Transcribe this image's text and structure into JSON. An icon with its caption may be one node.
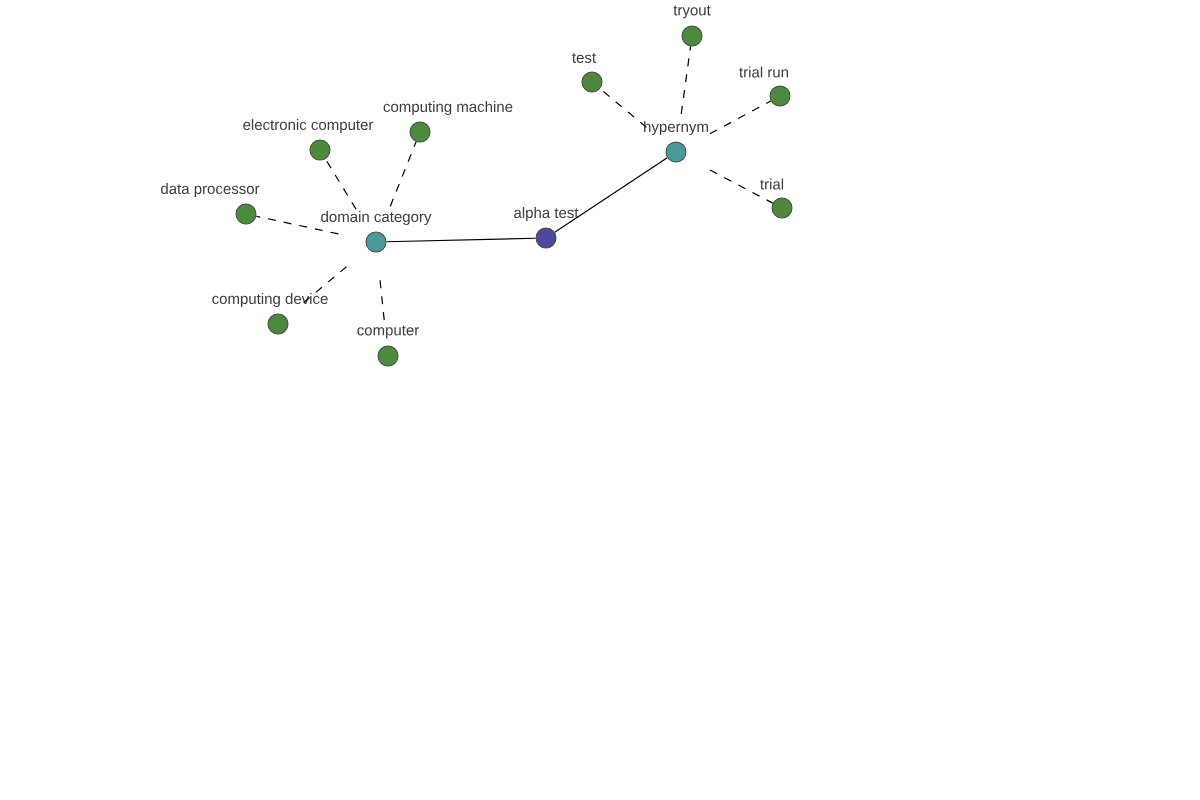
{
  "diagram": {
    "nodes": [
      {
        "text": [
          "alpha test"
        ]
      },
      {
        "text": [
          "domain category"
        ]
      },
      {
        "text": [
          "hypernym"
        ]
      },
      {
        "text": [
          "electronic computer"
        ]
      },
      {
        "text": [
          "computing machine"
        ]
      },
      {
        "text": [
          "data processor"
        ]
      },
      {
        "text": [
          "computing device"
        ]
      },
      {
        "text": [
          "computer"
        ]
      },
      {
        "text": [
          "test"
        ]
      },
      {
        "text": [
          "tryout"
        ]
      },
      {
        "text": [
          "trial run"
        ]
      },
      {
        "text": [
          "trial"
        ]
      }
    ],
    "edges": [
      {
        "from": 0,
        "to": 1,
        "arrow": "none"
      },
      {
        "from": 0,
        "to": 2,
        "arrow": "none"
      },
      {
        "from": 1,
        "to": 3,
        "arrow": "none",
        "style": "dashed"
      },
      {
        "from": 1,
        "to": 4,
        "arrow": "none",
        "style": "dashed"
      },
      {
        "from": 1,
        "to": 5,
        "arrow": "none",
        "style": "dashed"
      },
      {
        "from": 1,
        "to": 6,
        "arrow": "none",
        "style": "dashed"
      },
      {
        "from": 1,
        "to": 7,
        "arrow": "none",
        "style": "dashed"
      },
      {
        "from": 2,
        "to": 8,
        "arrow": "none",
        "style": "dashed"
      },
      {
        "from": 2,
        "to": 9,
        "arrow": "none",
        "style": "dashed"
      },
      {
        "from": 2,
        "to": 10,
        "arrow": "none",
        "style": "dashed"
      },
      {
        "from": 2,
        "to": 11,
        "arrow": "none",
        "style": "dashed"
      }
    ]
  }
}
